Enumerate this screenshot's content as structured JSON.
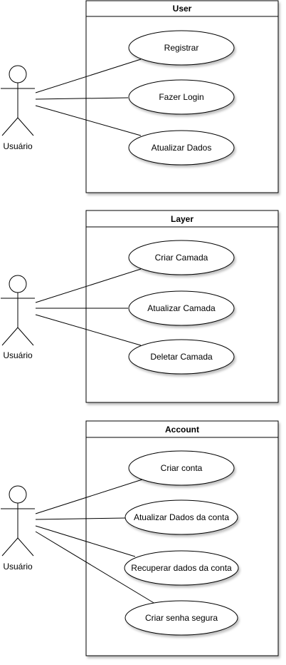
{
  "colors": {
    "stroke": "#000000",
    "fill": "#ffffff",
    "text": "#000000"
  },
  "diagrams": [
    {
      "title": "User",
      "actor": "Usuário",
      "use_cases": [
        "Registrar",
        "Fazer Login",
        "Atualizar Dados"
      ]
    },
    {
      "title": "Layer",
      "actor": "Usuário",
      "use_cases": [
        "Criar Camada",
        "Atualizar Camada",
        "Deletar Camada"
      ]
    },
    {
      "title": "Account",
      "actor": "Usuário",
      "use_cases": [
        "Criar conta",
        "Atualizar Dados da conta",
        "Recuperar dados da conta",
        "Criar senha segura"
      ]
    }
  ]
}
